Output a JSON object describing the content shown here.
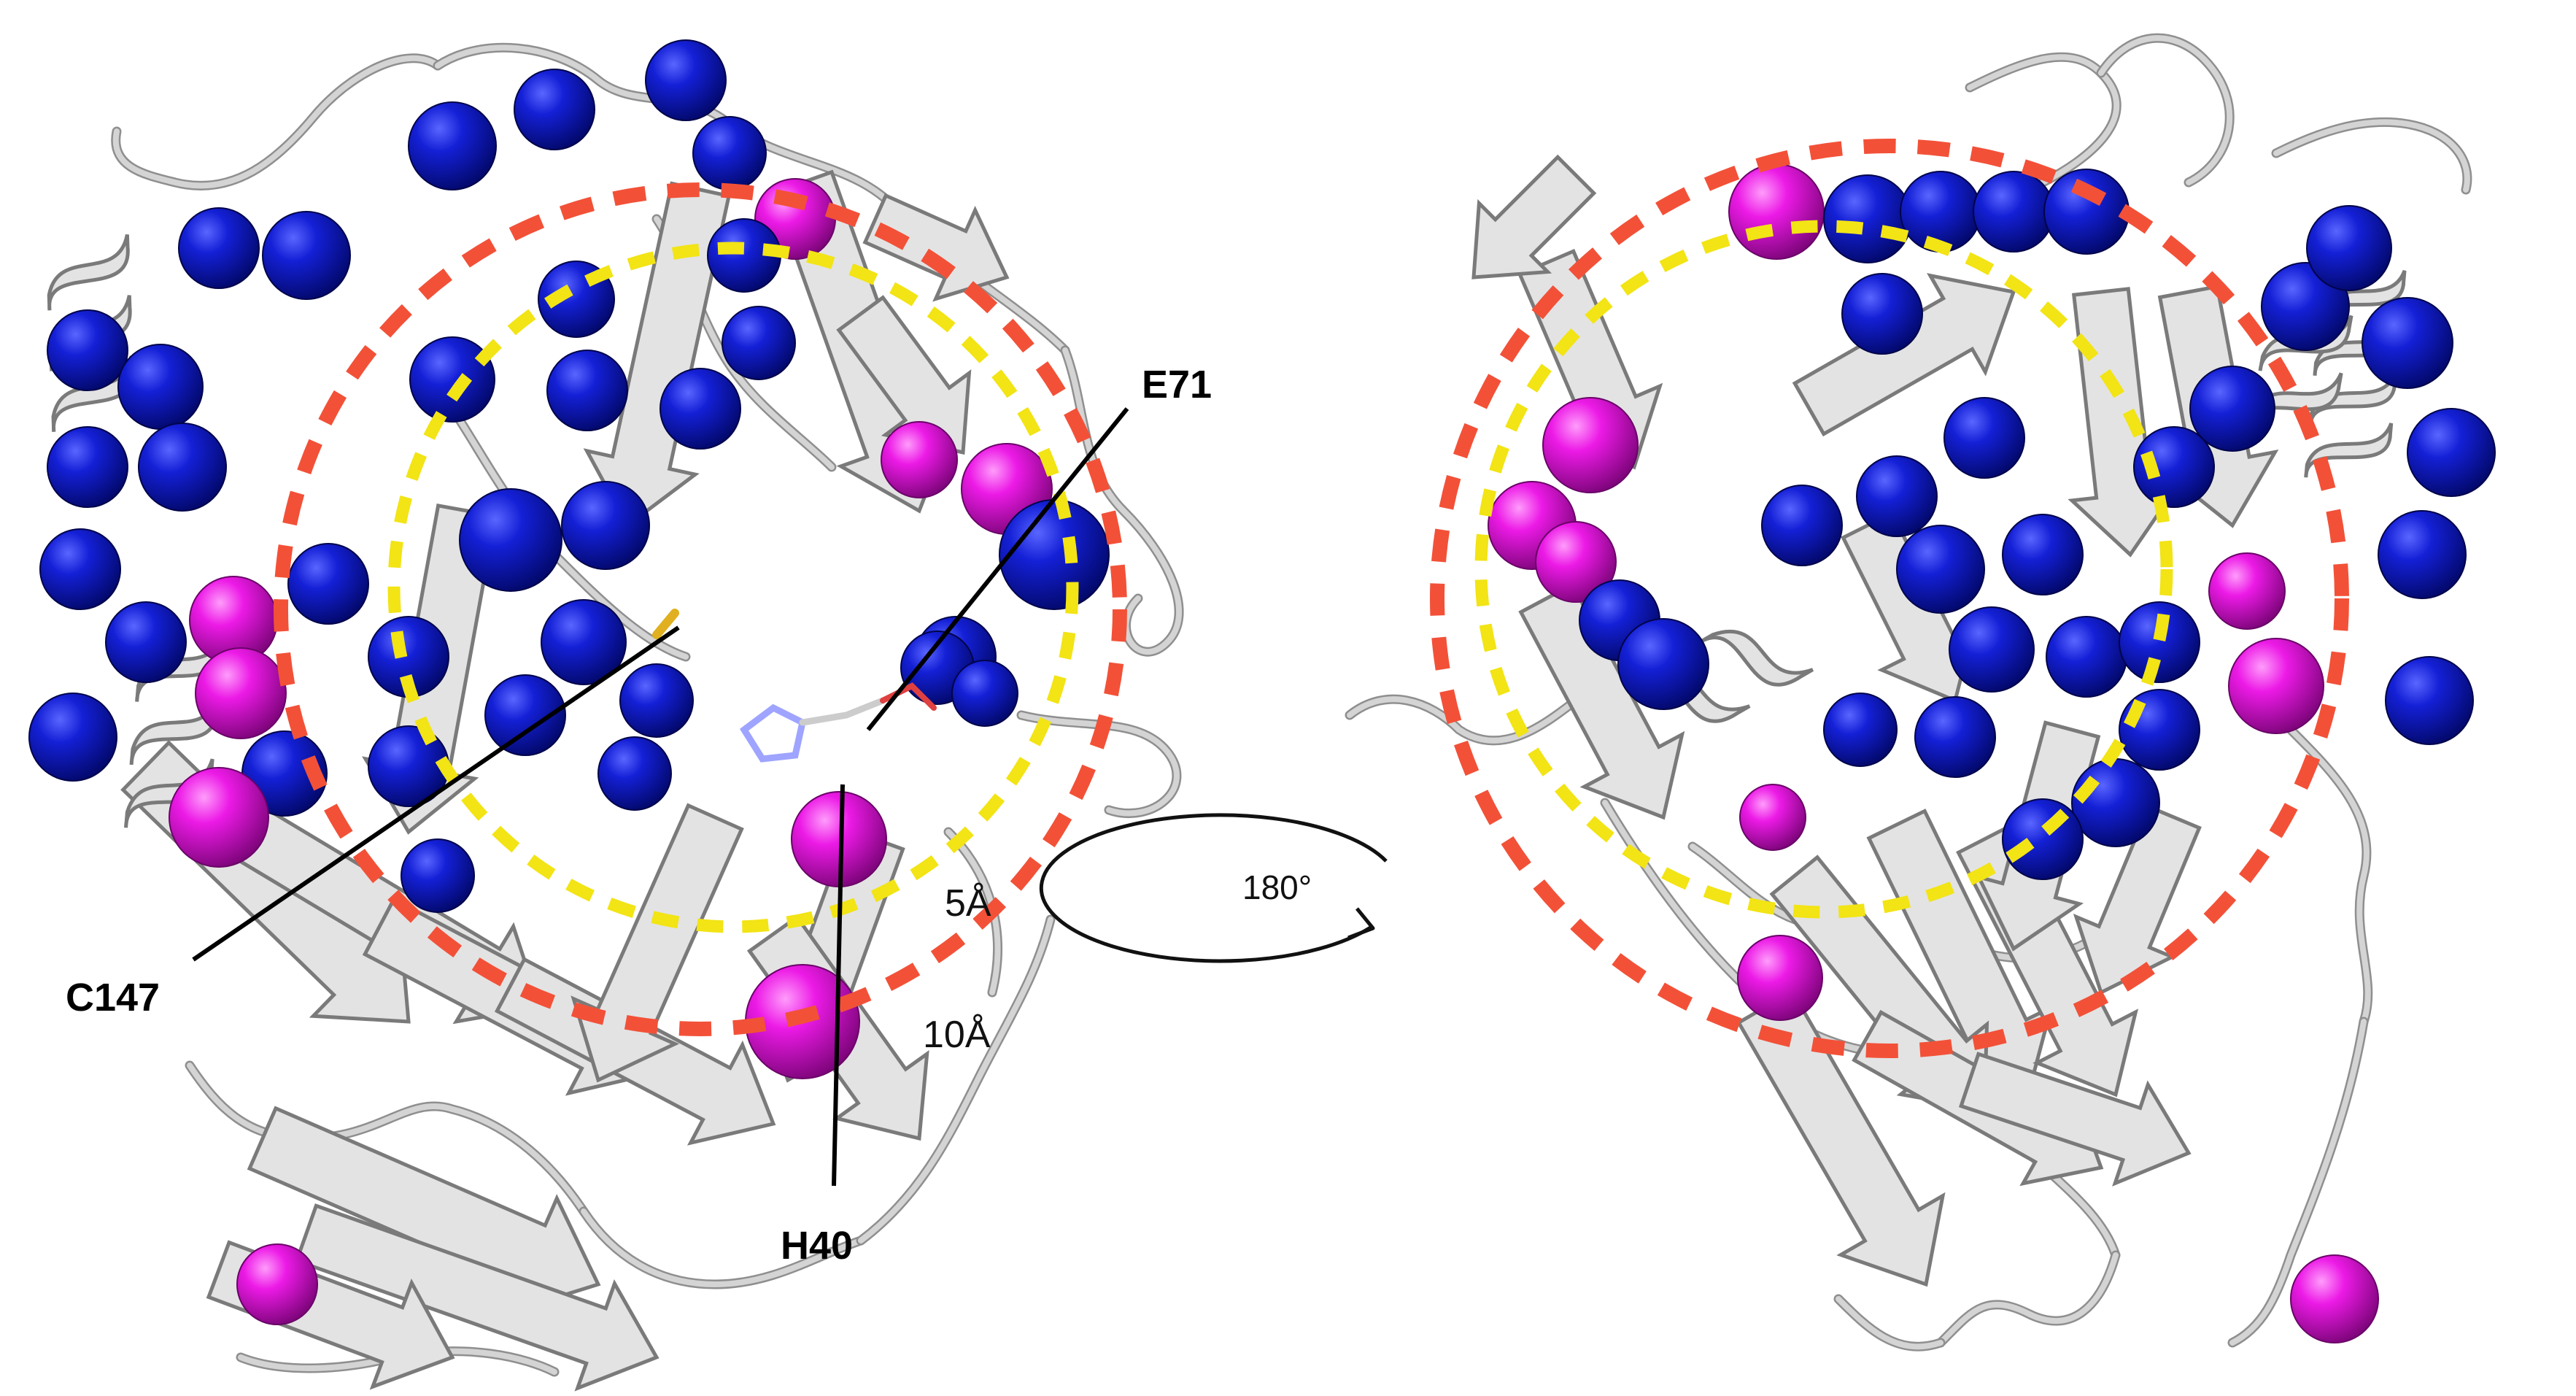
{
  "colors": {
    "background": "#ffffff",
    "ribbon": "#e3e3e3",
    "blue_sphere": "#0a13c8",
    "magenta_sphere": "#e512e0",
    "outer_ring": "#f25138",
    "inner_ring": "#f2e415",
    "label": "#000000"
  },
  "labels": {
    "e71": "E71",
    "c147": "C147",
    "h40": "H40",
    "inner_radius": "5Å",
    "outer_radius": "10Å",
    "rotation": "180°"
  },
  "icons": {
    "rotation_arrow": "rotate-arrow-icon"
  }
}
